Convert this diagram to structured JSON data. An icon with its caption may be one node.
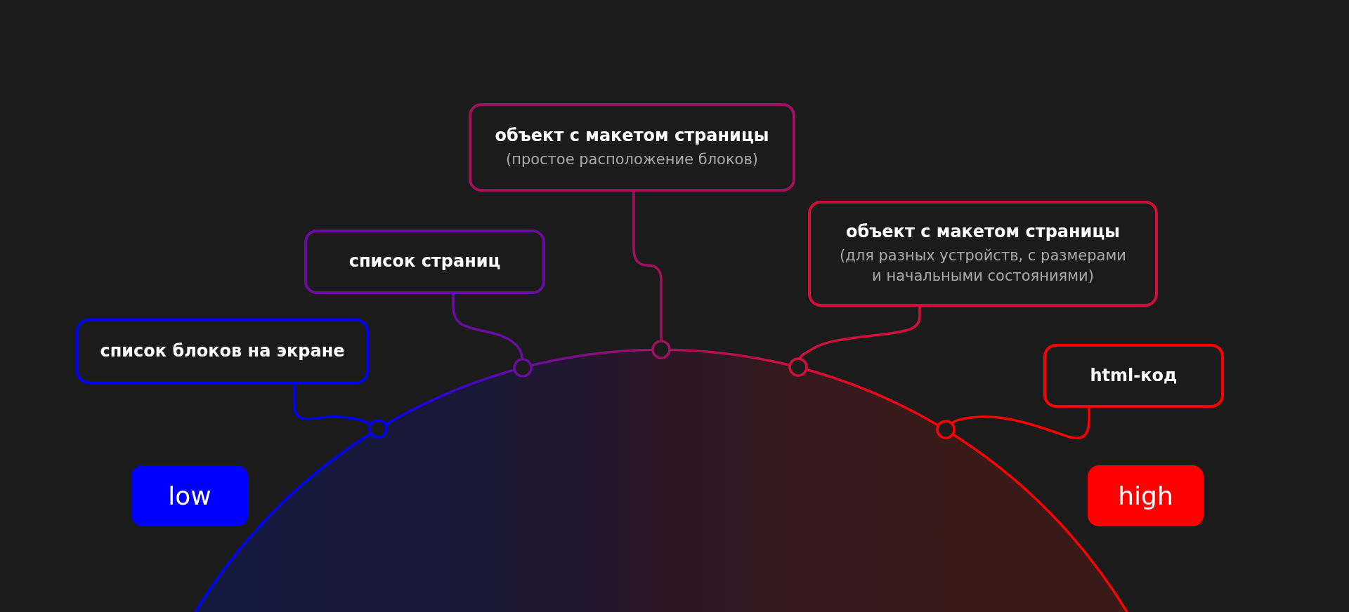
{
  "diagram": {
    "nodes": [
      {
        "text": [
          "список блоков на экране"
        ]
      },
      {
        "text": [
          "список страниц"
        ]
      },
      {
        "text": [
          "объект с макетом страницы",
          "(простое расположение блоков)"
        ]
      },
      {
        "text": [
          "объект с макетом страницы",
          "(для разных устройств, с размерами и начальными состояниями)"
        ]
      },
      {
        "text": [
          "html-код"
        ]
      },
      {
        "text": [
          "low"
        ]
      },
      {
        "text": [
          "high"
        ]
      },
      {
        "text": [],
        "shape": "circle"
      },
      {
        "text": [],
        "shape": "circle"
      },
      {
        "text": [],
        "shape": "circle"
      },
      {
        "text": [],
        "shape": "circle"
      },
      {
        "text": [],
        "shape": "circle"
      }
    ],
    "edges": [
      {
        "from": 0,
        "to": 7,
        "arrow": "none",
        "color": "#0000ff"
      },
      {
        "from": 1,
        "to": 8,
        "arrow": "none",
        "color": "#6a0ca0"
      },
      {
        "from": 2,
        "to": 9,
        "arrow": "none",
        "color": "#a0105e"
      },
      {
        "from": 3,
        "to": 10,
        "arrow": "none",
        "color": "#d0103a"
      },
      {
        "from": 4,
        "to": 11,
        "arrow": "none",
        "color": "#ff0000"
      }
    ]
  }
}
